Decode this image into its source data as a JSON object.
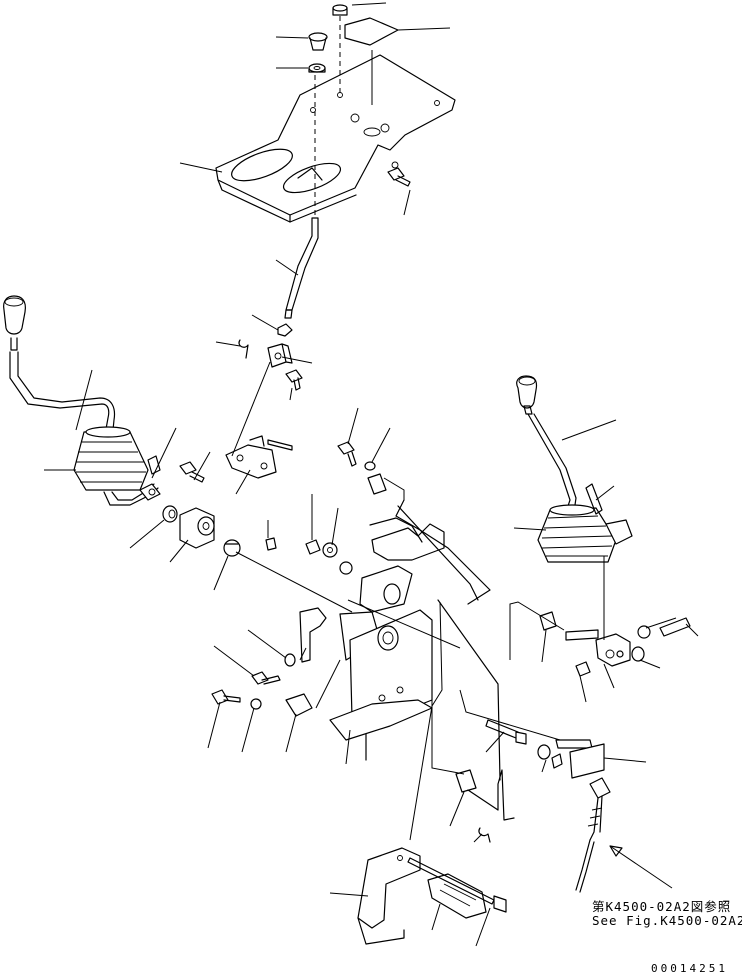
{
  "reference_note": {
    "line1": "第K4500-02A2図参照",
    "line2": "See Fig.K4500-02A2"
  },
  "document_number": "00014251"
}
